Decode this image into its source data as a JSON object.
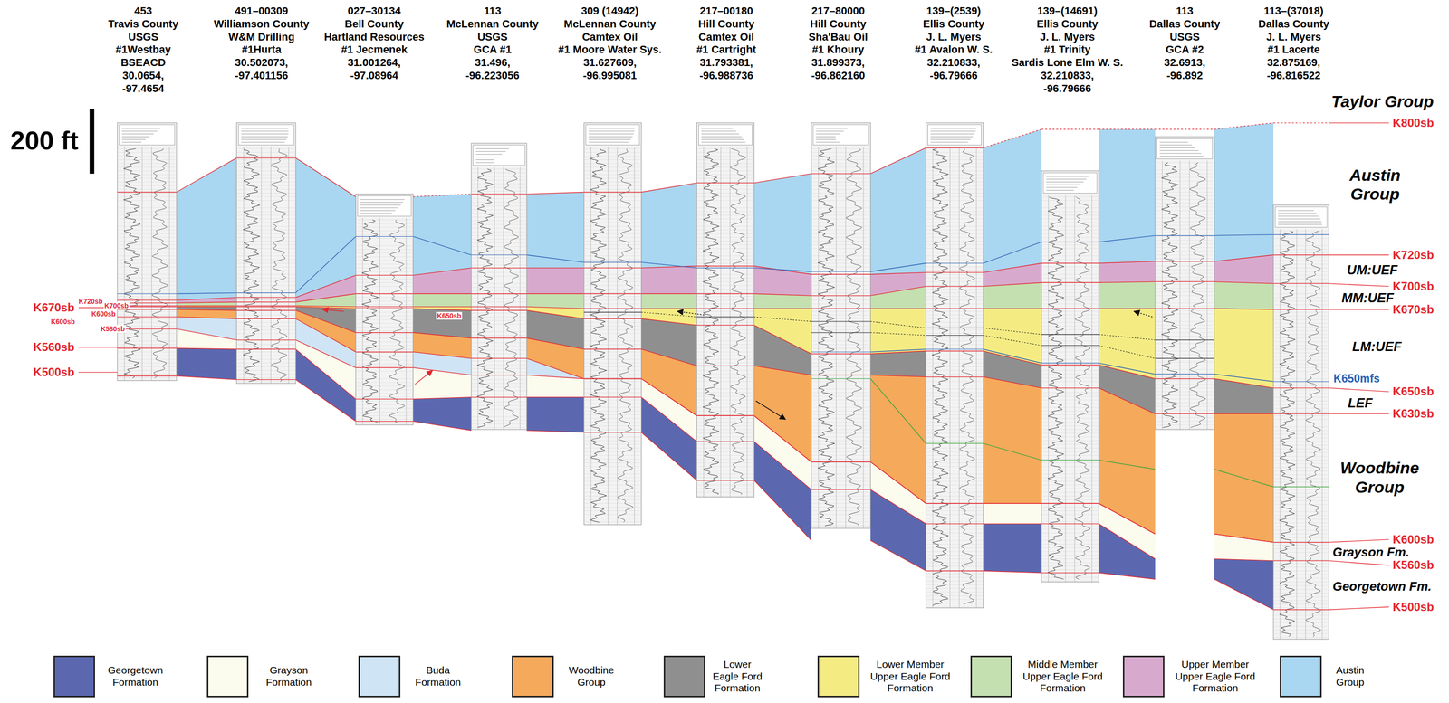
{
  "diagram": {
    "labels": [
      "453",
      "Travis County",
      "USGS",
      "#1Westbay",
      "BSEACD",
      "30.0654,",
      "-97.4654",
      "491–00309",
      "Williamson County",
      "W&M Drilling",
      "#1Hurta",
      "30.502073,",
      "-97.401156",
      "027–30134",
      "Bell County",
      "Hartland Resources",
      "#1 Jecmenek",
      "31.001264,",
      "-97.08964",
      "113",
      "McLennan County",
      "USGS",
      "GCA #1",
      "31.496,",
      "-96.223056",
      "309 (14942)",
      "McLennan County",
      "Camtex Oil",
      "#1 Moore Water Sys.",
      "31.627609,",
      "-96.995081",
      "217–00180",
      "Hill County",
      "Camtex Oil",
      "#1 Cartright",
      "31.793381,",
      "-96.988736",
      "217–80000",
      "Hill County",
      "Sha'Bau Oil",
      "#1 Khoury",
      "31.899373,",
      "-96.862160",
      "139–(2539)",
      "Ellis County",
      "J. L. Myers",
      "#1 Avalon W. S.",
      "32.210833,",
      "-96.79666",
      "139–(14691)",
      "Ellis County",
      "J. L. Myers",
      "#1 Trinity",
      "Sardis Lone Elm W. S.",
      "32.210833,",
      "-96.79666",
      "113",
      "Dallas County",
      "USGS",
      "GCA #2",
      "32.6913,",
      "-96.892",
      "113–(37018)",
      "Dallas County",
      "J. L. Myers",
      "#1 Lacerte",
      "32.875169,",
      "-96.816522",
      "200 ft",
      "Taylor Group",
      "K800sb",
      "Austin Group",
      "K720sb",
      "UM:UEF",
      "K700sb",
      "MM:UEF",
      "K670sb",
      "LM:UEF",
      "K650mfs",
      "K650sb",
      "LEF",
      "K630sb",
      "Woodbine Group",
      "K600sb",
      "Grayson Fm.",
      "K560sb",
      "Georgetown Fm.",
      "K500sb",
      "K670sb",
      "K720sb",
      "K700sb",
      "K600sb",
      "K600sb",
      "K580sb",
      "K560sb",
      "K500sb",
      "K650sb"
    ],
    "legend": [
      {
        "text": "Georgetown Formation",
        "color": "#5b68b0"
      },
      {
        "text": "Grayson Formation",
        "color": "#fbfbee"
      },
      {
        "text": "Buda Formation",
        "color": "#cfe4f5"
      },
      {
        "text": "Woodbine Group",
        "color": "#f5a95b"
      },
      {
        "text": "Lower Eagle Ford Formation",
        "color": "#8f8f8f"
      },
      {
        "text": "Lower Member Upper Eagle Ford Formation",
        "color": "#f4ec83"
      },
      {
        "text": "Middle Member Upper Eagle Ford Formation",
        "color": "#c4dfb0"
      },
      {
        "text": "Upper Member Upper Eagle Ford Formation",
        "color": "#d7aacd"
      },
      {
        "text": "Austin Group",
        "color": "#a9d6f0"
      }
    ]
  }
}
